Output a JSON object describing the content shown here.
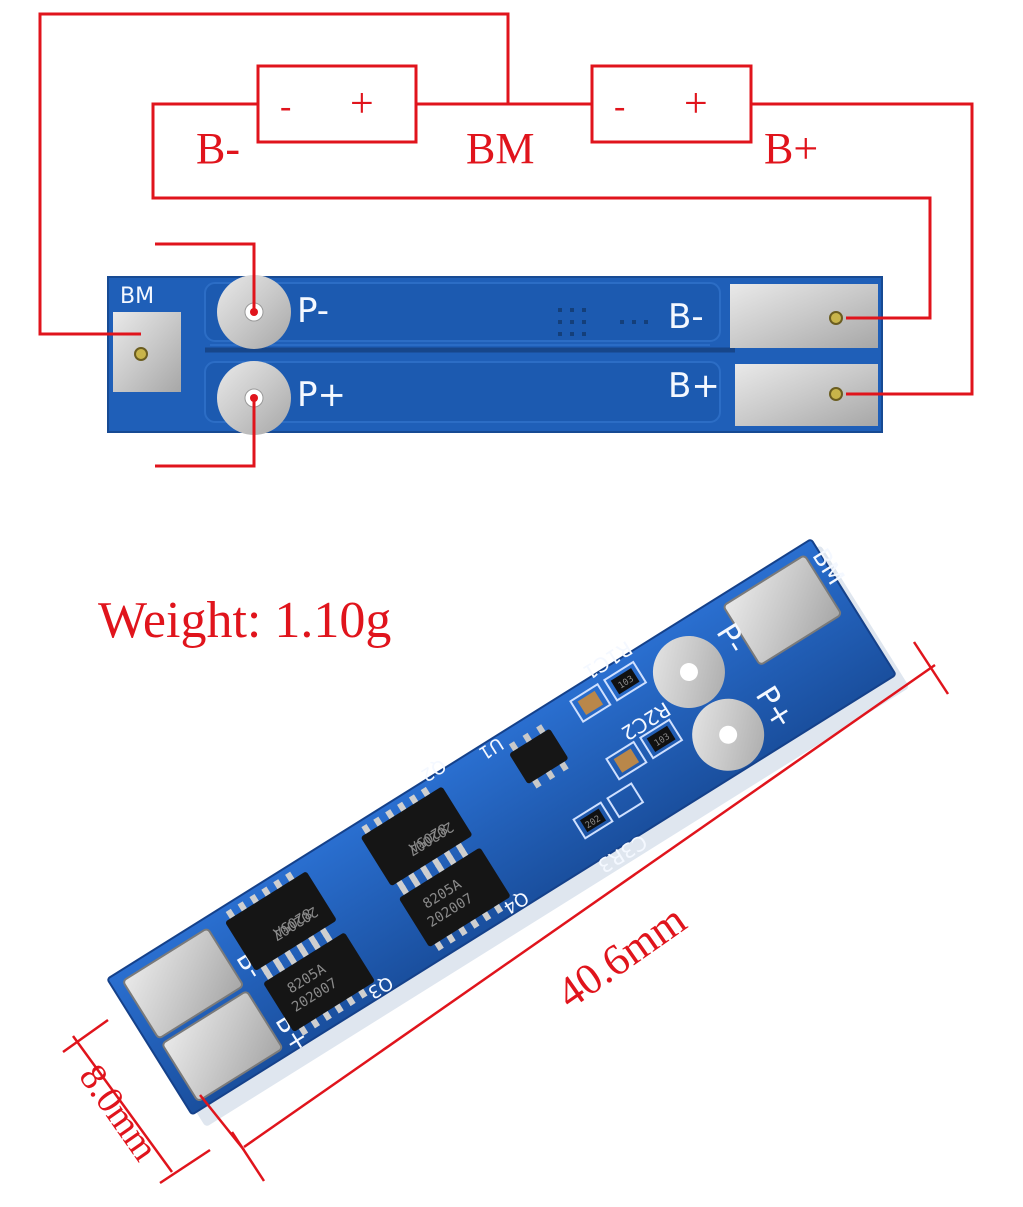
{
  "diagram": {
    "labels": {
      "b_minus": "B-",
      "bm": "BM",
      "b_plus": "B+",
      "cell_minus": "-",
      "cell_plus": "+"
    },
    "board_silkscreen": {
      "bm": "BM",
      "p_minus": "P-",
      "p_plus": "P+",
      "b_minus": "B-",
      "b_plus": "B+"
    },
    "wire_color": "#e0141c",
    "board_color": "#1f5fb8"
  },
  "specs": {
    "weight": "Weight: 1.10g",
    "length": "40.6mm",
    "width": "8.0mm"
  },
  "photo_silkscreen": {
    "bm": "BM",
    "p_minus": "P-",
    "p_plus": "P+",
    "b_minus": "B-",
    "b_plus": "B+",
    "r1c1": "R1C1",
    "r2c2": "R2C2",
    "c3r3": "C3R3",
    "u1": "U1",
    "q2": "Q2",
    "q3": "Q3",
    "q4": "Q4",
    "chip_part": "8205A",
    "chip_date": "202007",
    "res_code_1": "103",
    "res_code_2": "103",
    "res_code_3": "202"
  }
}
